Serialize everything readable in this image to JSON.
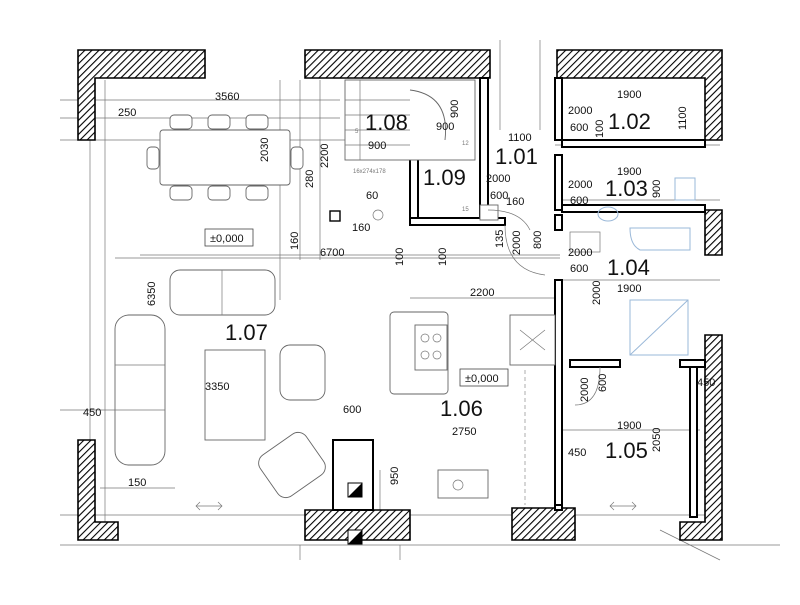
{
  "rooms": [
    {
      "id": "1.08",
      "label": "1.08"
    },
    {
      "id": "1.09",
      "label": "1.09"
    },
    {
      "id": "1.01",
      "label": "1.01"
    },
    {
      "id": "1.02",
      "label": "1.02"
    },
    {
      "id": "1.03",
      "label": "1.03"
    },
    {
      "id": "1.04",
      "label": "1.04"
    },
    {
      "id": "1.05",
      "label": "1.05"
    },
    {
      "id": "1.06",
      "label": "1.06"
    },
    {
      "id": "1.07",
      "label": "1.07"
    }
  ],
  "levels": {
    "living": "±0,000",
    "kitchen": "±0,000"
  },
  "dimensions": {
    "d3560": "3560",
    "d250": "250",
    "d2030": "2030",
    "d2200": "2200",
    "d280": "280",
    "d900a": "900",
    "d900b": "900",
    "d900c": "900",
    "d60": "60",
    "d160a": "160",
    "d160b": "160",
    "d6700": "6700",
    "d1100a": "1100",
    "d2000a": "2000",
    "d600a": "600",
    "d160c": "160",
    "d135": "135",
    "d2000b": "2000",
    "d800": "800",
    "d100a": "100",
    "d2200b": "2200",
    "d6350": "6350",
    "d3350": "3350",
    "d450a": "450",
    "d600b": "600",
    "d950": "950",
    "d2750": "2750",
    "d150": "150",
    "d1900a": "1900",
    "d2000c": "2000",
    "d600c": "600",
    "d100b": "100",
    "d1100b": "1100",
    "d1900b": "1900",
    "d2000d": "2000",
    "d600d": "600",
    "d900d": "900",
    "d2000e": "2000",
    "d600e": "600",
    "d1900c": "1900",
    "d2000f": "2000",
    "d2000g": "2000",
    "d600f": "600",
    "d450b": "450",
    "d1900d": "1900",
    "d2050": "2050",
    "d450c": "450",
    "d100c": "100"
  },
  "stair": {
    "spec": "16x274x178",
    "step5": "5",
    "step12": "12",
    "step15": "15"
  }
}
